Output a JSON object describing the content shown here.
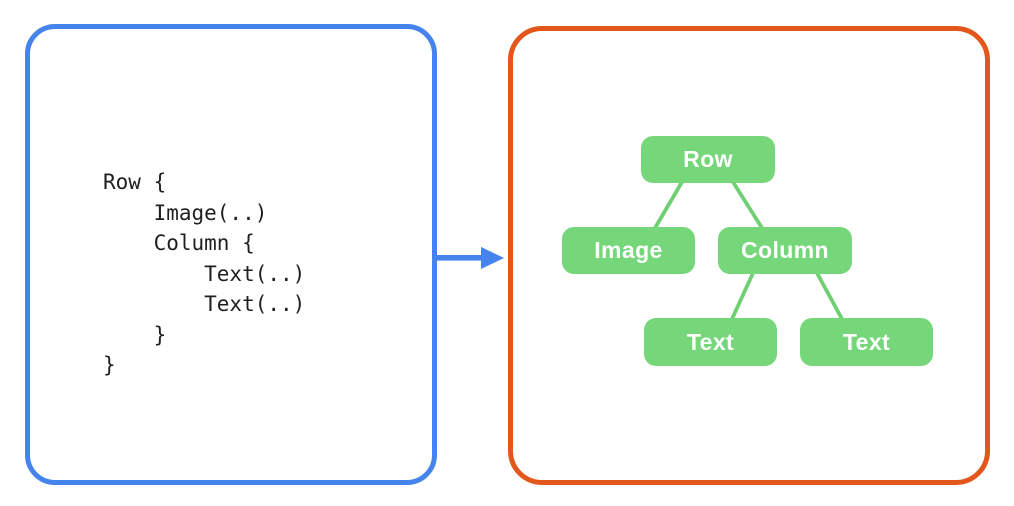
{
  "colors": {
    "background": "#FFFFFF",
    "code_panel_border": "#4484EC",
    "tree_panel_border": "#E3571D",
    "arrow": "#4484EC",
    "node_fill": "#76D77A",
    "node_text": "#FFFFFF",
    "edge": "#6FD073",
    "code_text": "#1F1F1F"
  },
  "code_panel": {
    "code_text": "Row {\n    Image(..)\n    Column {\n        Text(..)\n        Text(..)\n    }\n}"
  },
  "arrow": {
    "icon": "arrow-right-icon",
    "direction": "left-to-right"
  },
  "tree_panel": {
    "nodes": [
      {
        "id": "row",
        "label": "Row"
      },
      {
        "id": "image",
        "label": "Image"
      },
      {
        "id": "column",
        "label": "Column"
      },
      {
        "id": "text1",
        "label": "Text"
      },
      {
        "id": "text2",
        "label": "Text"
      }
    ],
    "edges": [
      [
        "row",
        "image"
      ],
      [
        "row",
        "column"
      ],
      [
        "column",
        "text1"
      ],
      [
        "column",
        "text2"
      ]
    ]
  }
}
